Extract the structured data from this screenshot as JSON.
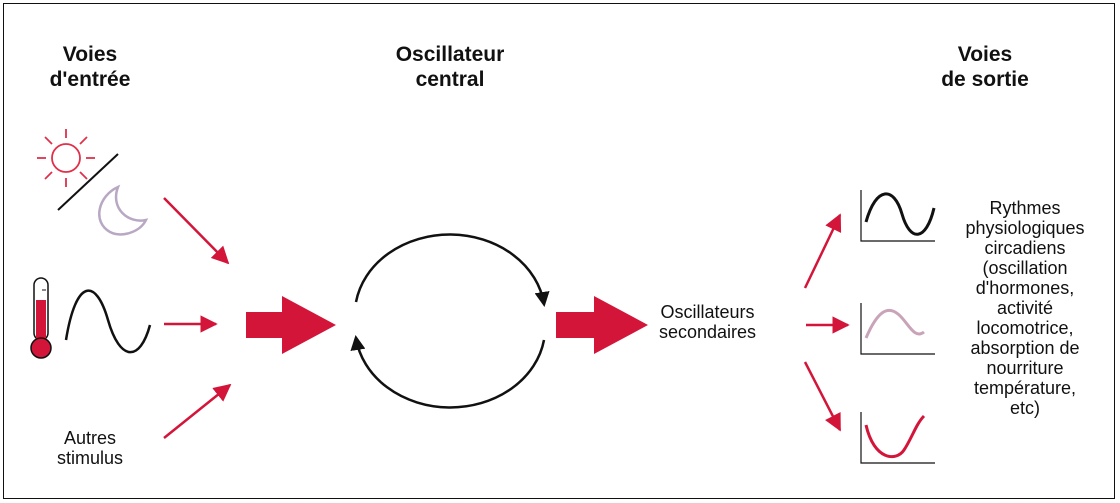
{
  "headers": {
    "input": "Voies\nd'entrée",
    "central": "Oscillateur\ncentral",
    "output": "Voies\nde sortie"
  },
  "labels": {
    "other_stimuli": "Autres\nstimulus",
    "secondary": "Oscillateurs\nsecondaires",
    "rhythms": "Rythmes\nphysiologiques\ncircadiens\n(oscillation\nd'hormones,\nactivité\nlocomotrice,\nabsorption de\nnourriture\ntempérature,\netc)"
  },
  "colors": {
    "accent": "#d4153a",
    "sun": "#e0304a",
    "moon": "#b8a8c4",
    "pink_wave": "#c9a3b8",
    "ink": "#111111"
  },
  "icons": [
    "sun-icon",
    "moon-icon",
    "thermometer-icon",
    "wave-icon",
    "cycle-icon"
  ]
}
